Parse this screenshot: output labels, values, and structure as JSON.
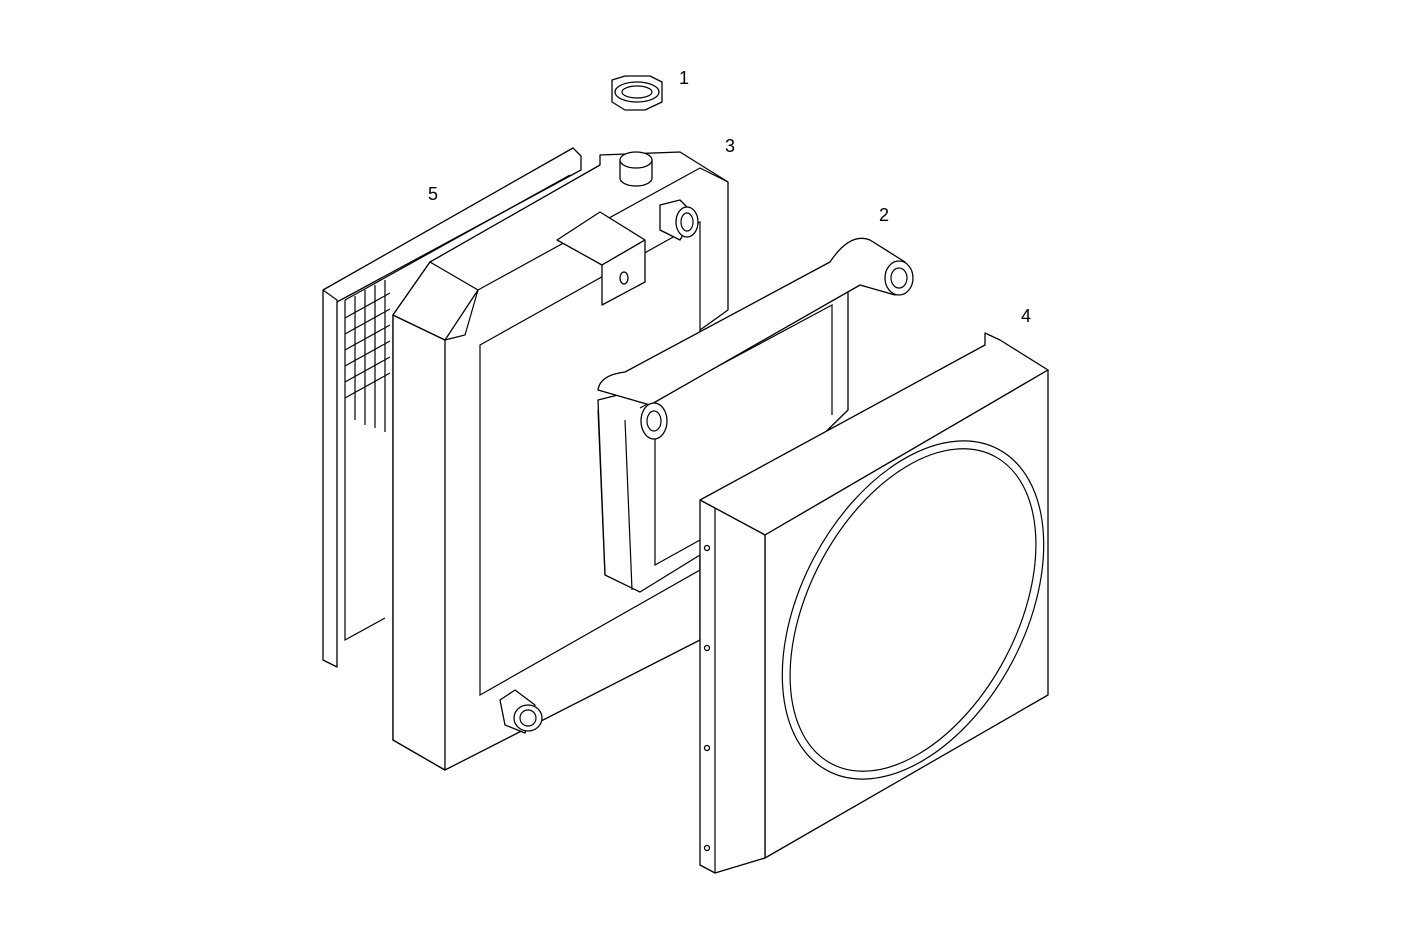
{
  "diagram": {
    "parts": [
      {
        "label": "1",
        "part": "filler-cap"
      },
      {
        "label": "2",
        "part": "intercooler"
      },
      {
        "label": "3",
        "part": "radiator"
      },
      {
        "label": "4",
        "part": "fan-shroud"
      },
      {
        "label": "5",
        "part": "screen-filter"
      }
    ],
    "colors": {
      "line": "#000000",
      "background": "#ffffff"
    }
  }
}
